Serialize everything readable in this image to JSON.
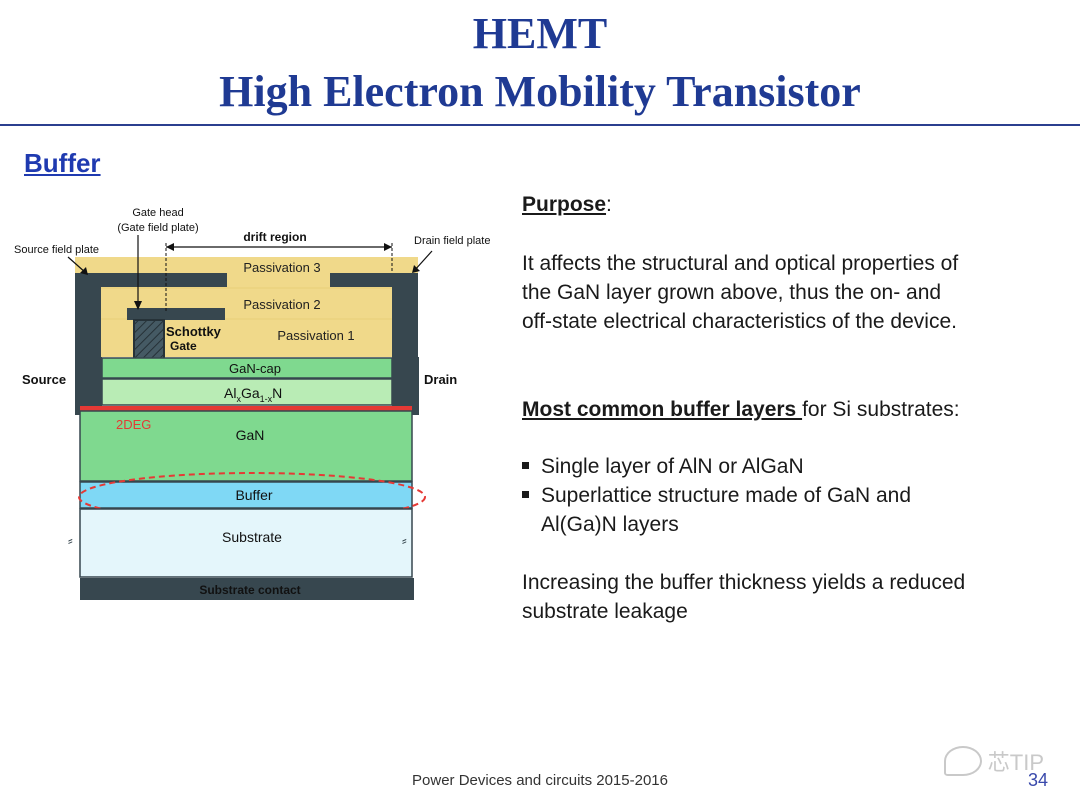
{
  "header": {
    "title_line1": "HEMT",
    "title_line2": "High Electron Mobility Transistor"
  },
  "section_title": "Buffer",
  "diagram": {
    "gate_head_label_line1": "Gate head",
    "gate_head_label_line2": "(Gate field plate)",
    "drift_region_label": "drift region",
    "source_field_plate_label": "Source field plate",
    "drain_field_plate_label": "Drain field plate",
    "passivation3": "Passivation 3",
    "passivation2": "Passivation 2",
    "passivation1": "Passivation 1",
    "schottky_line1": "Schottky",
    "schottky_line2": "Gate",
    "source": "Source",
    "drain": "Drain",
    "gan_cap": "GaN-cap",
    "algan_al": "Al",
    "algan_x": "x",
    "algan_ga": "Ga",
    "algan_1x": "1-x",
    "algan_n": "N",
    "twodeg": "2DEG",
    "gan": "GaN",
    "buffer": "Buffer",
    "substrate": "Substrate",
    "substrate_contact": "Substrate contact",
    "colors": {
      "passivation": "#f0d98a",
      "metal": "#37474f",
      "gan_green": "#7fd98f",
      "algan_green": "#b9ecb5",
      "twodeg_red": "#e53935",
      "buffer_cyan": "#7fd8f5",
      "substrate_light": "#e4f6fb",
      "ellipse_red": "#e53935"
    }
  },
  "right_panel": {
    "purpose_label": "Purpose",
    "purpose_colon": ":",
    "purpose_text_line1": "It affects the structural and optical properties of",
    "purpose_text_line2": "the GaN layer grown above, thus the on- and",
    "purpose_text_line3": "off-state electrical characteristics of the device.",
    "common_label": "Most common buffer layers ",
    "common_suffix": "for Si substrates:",
    "bullet1": "Single layer of AlN or AlGaN",
    "bullet2_line1": "Superlattice structure made of GaN and",
    "bullet2_line2": "Al(Ga)N layers",
    "conclusion_line1": "Increasing the buffer thickness yields a reduced",
    "conclusion_line2": "substrate leakage"
  },
  "footer": {
    "course": "Power Devices and circuits 2015-2016",
    "page_number": "34",
    "watermark": "芯TIP"
  }
}
